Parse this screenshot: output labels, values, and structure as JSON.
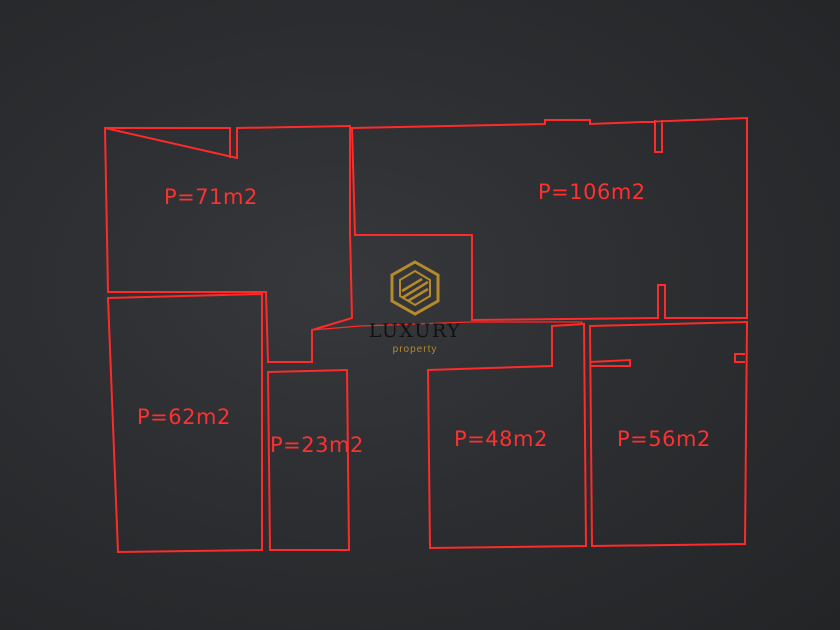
{
  "rooms": [
    {
      "id": "room-71",
      "label": "P=71m2"
    },
    {
      "id": "room-106",
      "label": "P=106m2"
    },
    {
      "id": "room-62",
      "label": "P=62m2"
    },
    {
      "id": "room-23",
      "label": "P=23m2"
    },
    {
      "id": "room-48",
      "label": "P=48m2"
    },
    {
      "id": "room-56",
      "label": "P=56m2"
    }
  ],
  "watermark": {
    "brand": "LUXURY",
    "tagline": "property"
  },
  "colors": {
    "line": "#ff2a2a",
    "background": "#2c2e31",
    "logo_gold": "#b48a2c"
  }
}
